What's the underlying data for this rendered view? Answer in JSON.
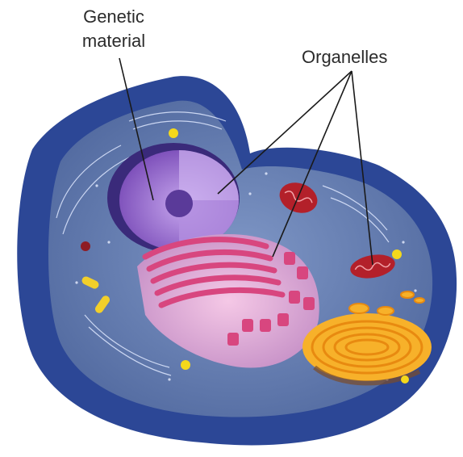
{
  "labels": {
    "genetic_material_line1": "Genetic",
    "genetic_material_line2": "material",
    "organelles": "Organelles"
  },
  "icons": [
    "cell-membrane",
    "nucleus",
    "nucleolus",
    "mitochondrion",
    "endoplasmic-reticulum",
    "golgi-apparatus",
    "vesicle",
    "centriole"
  ],
  "colors": {
    "membrane": "#2f4a9a",
    "cytoplasm": "#6d86b8",
    "nucleus": "#9b6fd0",
    "er": "#d84f86",
    "golgi": "#f4a21c",
    "mitochondrion": "#b3202a",
    "vesicle": "#f0d21a",
    "leader_line": "#1a1a1a"
  }
}
